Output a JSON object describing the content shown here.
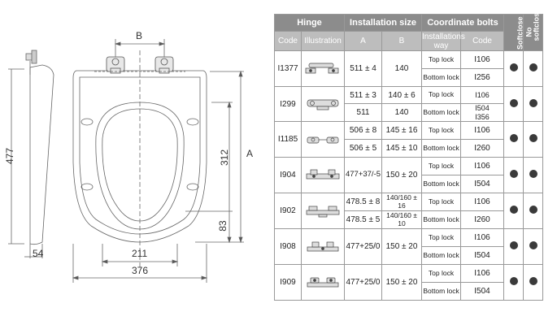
{
  "drawing": {
    "dim_b": "B",
    "dim_477": "477",
    "dim_312": "312",
    "dim_a": "A",
    "dim_83": "83",
    "dim_54": "54",
    "dim_211": "211",
    "dim_376": "376"
  },
  "table": {
    "headers": {
      "hinge": "Hinge",
      "installation_size": "Installation size",
      "coordinate_bolts": "Coordinate bolts",
      "softclose": "Softclose",
      "no_softclose": "No softclose",
      "code": "Code",
      "illustration": "Illustration",
      "a": "A",
      "b": "B",
      "installations_way": "Installations way",
      "bolt_code": "Code"
    },
    "rows": [
      {
        "code": "I1377",
        "a1": "511 ± 4",
        "b1": "140",
        "way1": "Top lock",
        "bolt1": "I106",
        "way2": "Bottom lock",
        "bolt2": "I256",
        "softclose": true,
        "no_softclose": true
      },
      {
        "code": "I299",
        "a1": "511 ± 3",
        "b1": "140 ± 6",
        "a2": "511",
        "b2": "140",
        "way1": "Top lock",
        "bolt1": "I106",
        "way2": "Bottom lock",
        "bolt2": "I504",
        "bolt3": "I356",
        "softclose": true,
        "no_softclose": true
      },
      {
        "code": "I1185",
        "a1": "506 ± 8",
        "b1": "145 ± 16",
        "a2": "506 ± 5",
        "b2": "145 ± 10",
        "way1": "Top lock",
        "bolt1": "I106",
        "way2": "Bottom lock",
        "bolt2": "I260",
        "softclose": true,
        "no_softclose": true
      },
      {
        "code": "I904",
        "a1": "477+37/-5",
        "b1": "150 ± 20",
        "way1": "Top lock",
        "bolt1": "I106",
        "way2": "Bottom lock",
        "bolt2": "I504",
        "softclose": true,
        "no_softclose": true
      },
      {
        "code": "I902",
        "a1": "478.5 ± 8",
        "b1": "140/160 ± 16",
        "a2": "478.5 ± 5",
        "b2": "140/160 ± 10",
        "way1": "Top lock",
        "bolt1": "I106",
        "way2": "Bottom lock",
        "bolt2": "I260",
        "softclose": true,
        "no_softclose": true
      },
      {
        "code": "I908",
        "a1": "477+25/0",
        "b1": "150 ± 20",
        "way1": "Top lock",
        "bolt1": "I106",
        "way2": "Bottom lock",
        "bolt2": "I504",
        "softclose": true,
        "no_softclose": true
      },
      {
        "code": "I909",
        "a1": "477+25/0",
        "b1": "150 ± 20",
        "way1": "Top lock",
        "bolt1": "I106",
        "way2": "Bottom lock",
        "bolt2": "I504",
        "softclose": true,
        "no_softclose": true
      }
    ]
  }
}
